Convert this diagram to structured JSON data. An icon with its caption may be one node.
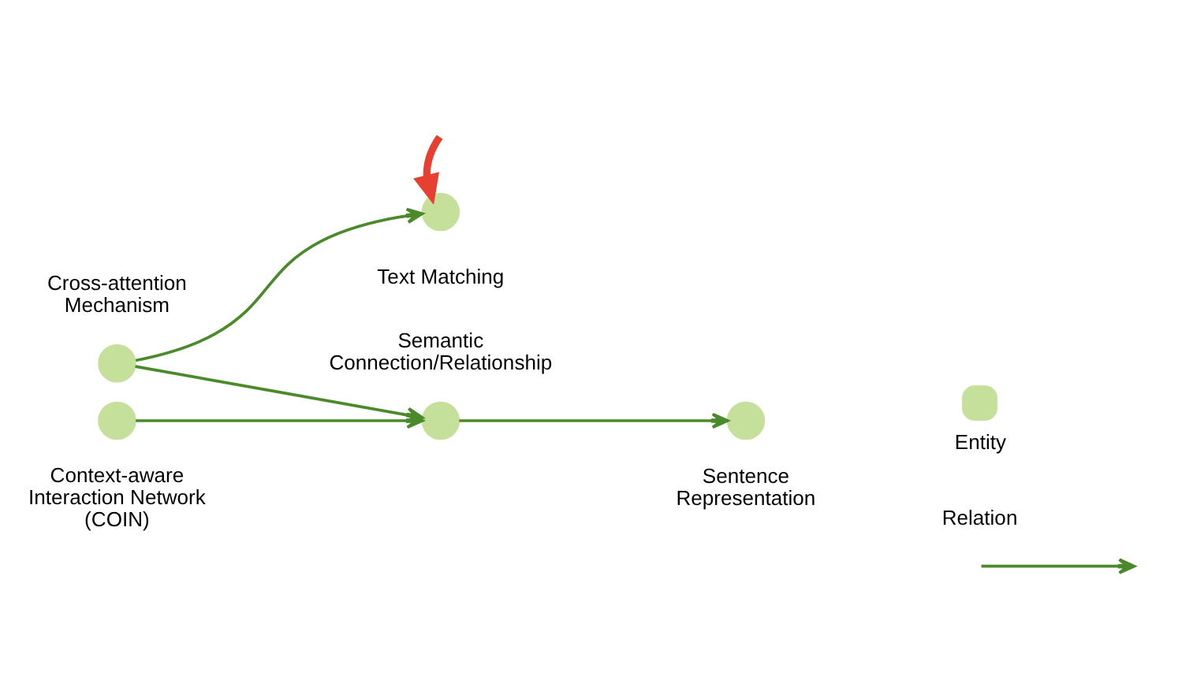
{
  "diagram": {
    "nodes": [
      {
        "text": [],
        "shape": "circle",
        "beside": [
          "Cross-attention Mechanism"
        ]
      },
      {
        "text": [],
        "shape": "circle",
        "beside": [
          "Text Matching"
        ]
      },
      {
        "text": [],
        "shape": "circle",
        "beside": [
          "Semantic Connection/Relationship"
        ]
      },
      {
        "text": [],
        "shape": "circle",
        "beside": [
          "Sentence Representation"
        ]
      },
      {
        "text": [],
        "shape": "circle",
        "beside": [
          "Context-aware Interaction Network (COIN)"
        ]
      }
    ],
    "edges": [
      {
        "from": null,
        "to": 1,
        "arrow": "to",
        "style": "thick",
        "color": "#e84030"
      },
      {
        "from": 0,
        "to": 1,
        "arrow": "to"
      },
      {
        "from": 0,
        "to": 2,
        "arrow": "to"
      },
      {
        "from": 4,
        "to": 2,
        "arrow": "to"
      },
      {
        "from": 2,
        "to": 3,
        "arrow": "to"
      }
    ],
    "legend": [
      {
        "text": "Entity"
      },
      {
        "text": "Relation"
      }
    ]
  }
}
